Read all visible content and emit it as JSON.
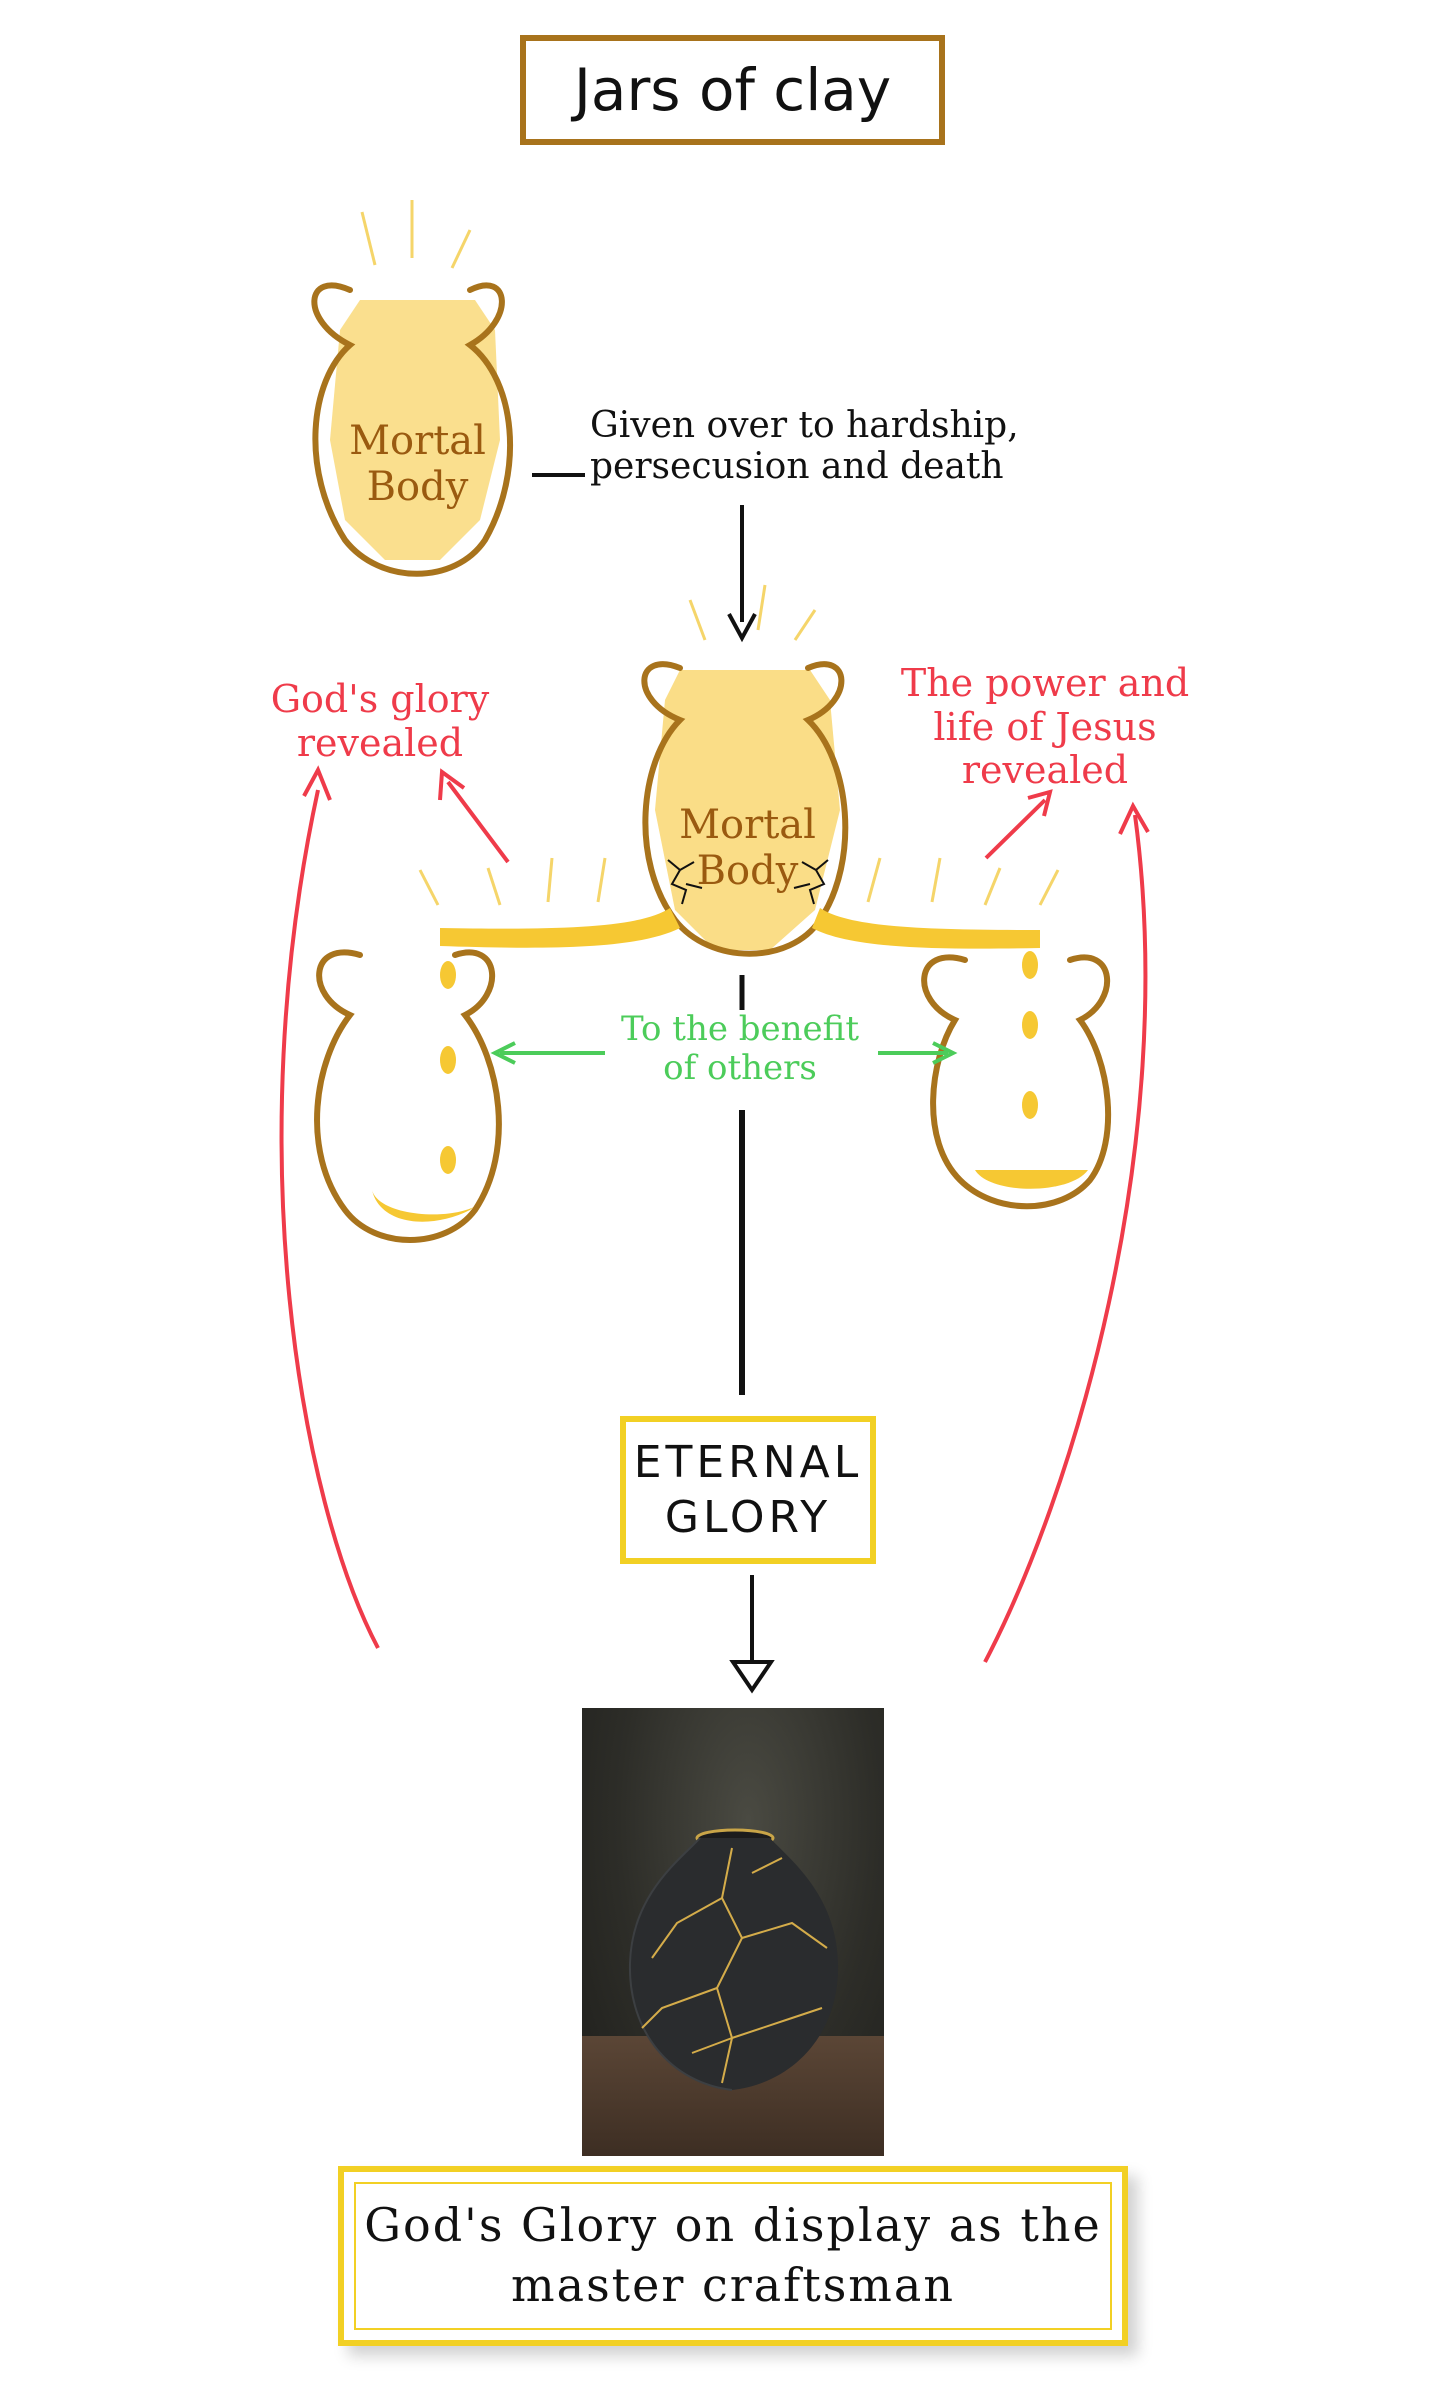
{
  "title": "Jars of clay",
  "top_jar": {
    "line1": "Mortal",
    "line2": "Body"
  },
  "hardship_label": {
    "line1": "Given over to hardship,",
    "line2": "persecusion and death"
  },
  "cracked_jar": {
    "line1": "Mortal",
    "line2": "Body"
  },
  "left_red_label": {
    "line1": "God's glory",
    "line2": "revealed"
  },
  "right_red_label": {
    "line1": "The power and",
    "line2": "life of Jesus",
    "line3": "revealed"
  },
  "benefit_label": {
    "line1": "To the benefit",
    "line2": "of others"
  },
  "eternal_glory": {
    "line1": "ETERNAL",
    "line2": "GLORY"
  },
  "caption": {
    "line1": "God's Glory on display as the",
    "line2": "master craftsman"
  },
  "colors": {
    "gold": "#f6c833",
    "clay": "#a8731c",
    "red": "#ef3b4a",
    "green": "#4ccc5a",
    "frame": "#f2d024"
  },
  "icons": [
    "arrow-down-icon",
    "arrow-up-icon",
    "kintsugi-vase-photo"
  ]
}
